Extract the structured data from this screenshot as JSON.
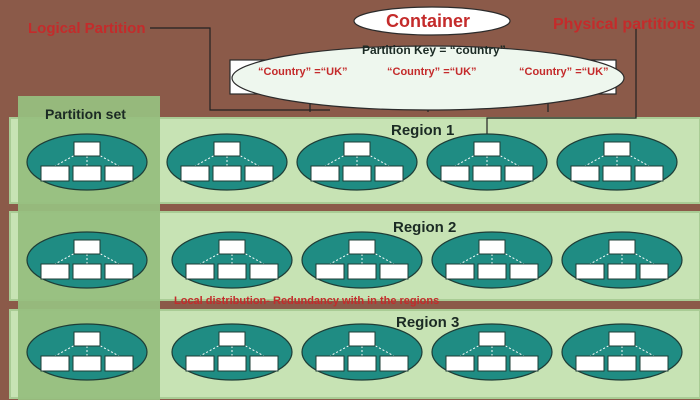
{
  "title": "Container",
  "partition_key": "Partition Key = “country”",
  "logical_label": "Logical Partition",
  "physical_label": "Physical partitions",
  "partition_values": [
    "“Country” =“UK”",
    "“Country” =“UK”",
    "“Country” =“UK”"
  ],
  "partition_set_label": "Partition set",
  "regions": [
    {
      "label": "Region 1",
      "nodes": 5
    },
    {
      "label": "Region 2",
      "nodes": 5
    },
    {
      "label": "Region 3",
      "nodes": 5
    }
  ],
  "note": "Local distribution- Redundancy with in the regions",
  "colors": {
    "background": "#8b5a49",
    "region_fill": "#c7e3b4",
    "partition_set_fill": "#97bf80",
    "node_fill": "#1f8c83",
    "container_fill": "#eef7ee",
    "label_red": "#c42b2b",
    "text_dark": "#1b2a24"
  }
}
